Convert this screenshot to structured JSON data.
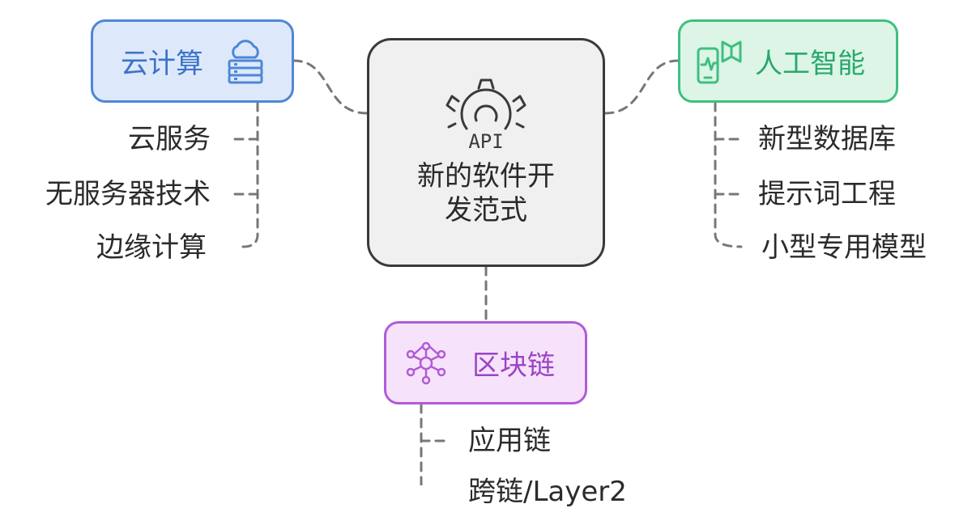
{
  "central": {
    "title": "新的软件开发范式",
    "icon_label": "API",
    "icon": "gear-api-icon"
  },
  "branches": {
    "cloud": {
      "label": "云计算",
      "icon": "server-cloud-icon",
      "color": "#4f86d6",
      "fill": "#dde9fb",
      "items": [
        "云服务",
        "无服务器技术",
        "边缘计算"
      ]
    },
    "ai": {
      "label": "人工智能",
      "icon": "phone-book-icon",
      "color": "#3fbf7f",
      "fill": "#dcf5e7",
      "items": [
        "新型数据库",
        "提示词工程",
        "小型专用模型"
      ]
    },
    "blockchain": {
      "label": "区块链",
      "icon": "network-nodes-icon",
      "color": "#b25bd6",
      "fill": "#f6e3fb",
      "items": [
        "应用链",
        "跨链/Layer2"
      ]
    }
  },
  "connector_color": "#777777"
}
